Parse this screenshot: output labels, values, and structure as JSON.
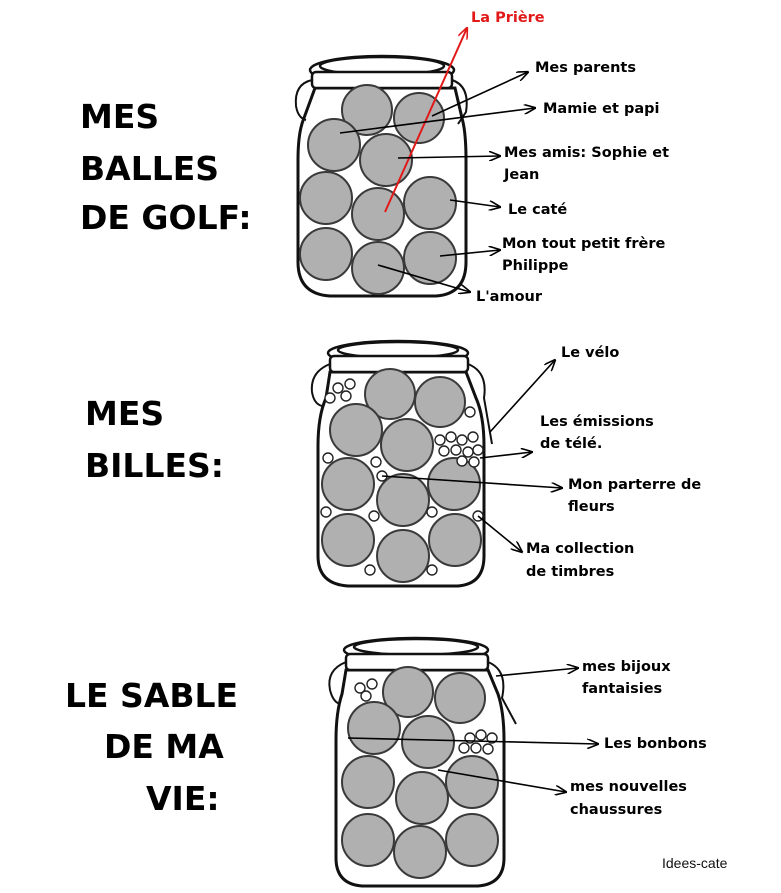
{
  "sections": [
    {
      "title": [
        "MES",
        "BALLES",
        "DE GOLF:"
      ],
      "labels": [
        "La Prière",
        "Mes parents",
        "Mamie et papi",
        "Mes amis: Sophie et",
        "Jean",
        "Le caté",
        "Mon tout petit frère",
        "Philippe",
        "L'amour"
      ]
    },
    {
      "title": [
        "MES",
        "BILLES:"
      ],
      "labels": [
        "Le vélo",
        "Les émissions",
        "de télé.",
        "Mon parterre de",
        "fleurs",
        "Ma collection",
        "de timbres"
      ]
    },
    {
      "title": [
        "LE SABLE",
        "DE MA",
        "VIE:"
      ],
      "labels": [
        "mes bijoux",
        "fantaisies",
        "Les bonbons",
        "mes nouvelles",
        "chaussures"
      ]
    }
  ],
  "credit": "Idees-cate",
  "colors": {
    "highlight": "#e11919",
    "ball_fill": "#b0b0b0",
    "outline": "#111111"
  }
}
